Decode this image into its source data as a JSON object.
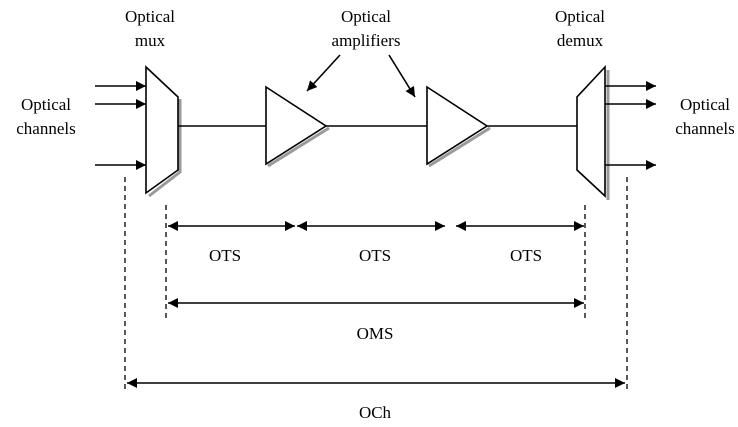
{
  "labels": {
    "optical_mux": [
      "Optical",
      "mux"
    ],
    "optical_amplifiers": [
      "Optical",
      "amplifiers"
    ],
    "optical_demux": [
      "Optical",
      "demux"
    ],
    "optical_channels_left": [
      "Optical",
      "channels"
    ],
    "optical_channels_right": [
      "Optical",
      "channels"
    ],
    "ots_1": "OTS",
    "ots_2": "OTS",
    "ots_3": "OTS",
    "oms": "OMS",
    "och": "OCh"
  },
  "colors": {
    "stroke": "#000000",
    "shadow": "#9a9a9a",
    "background": "#ffffff"
  }
}
